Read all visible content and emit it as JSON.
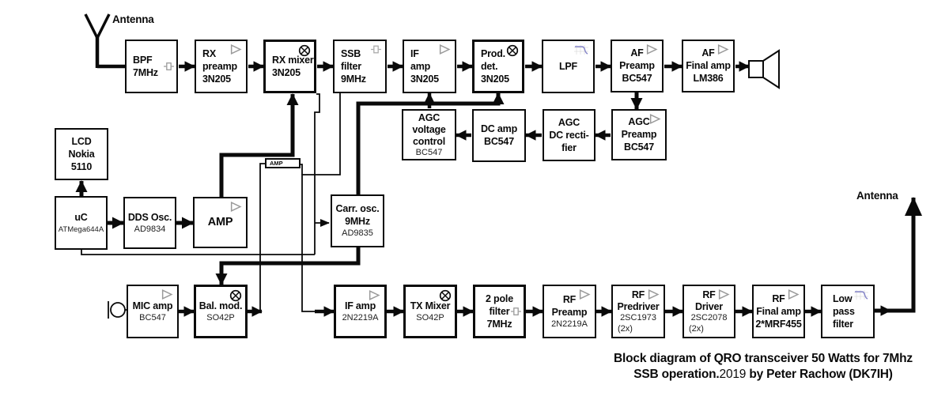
{
  "labels": {
    "antenna_rx": "Antenna",
    "antenna_tx": "Antenna"
  },
  "caption": {
    "line1": "Block diagram of QRO transceiver 50 Watts for 7Mhz",
    "line2_pre": "SSB operation.",
    "line2_year": "2019",
    "line2_post": " by Peter Rachow (DK7IH)"
  },
  "icons": {
    "amp": "triangle-amplifier",
    "mixer": "circle-x-mixer",
    "filter": "bandpass-element",
    "lowpass": "lowpass-response-curve",
    "antenna": "antenna",
    "speaker": "loudspeaker",
    "mic": "microphone"
  },
  "blocks": {
    "bpf": {
      "lines": [
        "BPF",
        "7MHz"
      ]
    },
    "rx_preamp": {
      "lines": [
        "RX",
        "preamp",
        "3N205"
      ]
    },
    "rx_mixer": {
      "lines": [
        "RX mixer",
        "3N205"
      ]
    },
    "ssb_filter": {
      "lines": [
        "SSB",
        "filter",
        "9MHz"
      ]
    },
    "if_amp_rx": {
      "lines": [
        "IF",
        "amp",
        "3N205"
      ]
    },
    "prod_det": {
      "lines": [
        "Prod.",
        "det.",
        "3N205"
      ]
    },
    "lpf": {
      "lines": [
        "LPF"
      ]
    },
    "af_preamp": {
      "lines": [
        "AF",
        "Preamp",
        "BC547"
      ]
    },
    "af_final": {
      "lines": [
        "AF",
        "Final amp",
        "LM386"
      ]
    },
    "agc_preamp": {
      "lines": [
        "AGC",
        "Preamp",
        "BC547"
      ]
    },
    "agc_rect": {
      "lines": [
        "AGC",
        "DC recti-",
        "fier"
      ]
    },
    "dc_amp": {
      "lines": [
        "DC amp",
        "BC547"
      ]
    },
    "agc_vc": {
      "lines": [
        "AGC",
        "voltage",
        "control",
        "BC547"
      ]
    },
    "lcd": {
      "lines": [
        "LCD",
        "Nokia",
        "5110"
      ]
    },
    "uc": {
      "lines": [
        "uC",
        "ATMega644A"
      ]
    },
    "dds": {
      "lines": [
        "DDS Osc.",
        "AD9834"
      ]
    },
    "amp_big": {
      "lines": [
        "AMP"
      ]
    },
    "amp_small": {
      "lines": [
        "AMP"
      ]
    },
    "carr_osc": {
      "lines": [
        "Carr. osc.",
        "9MHz",
        "AD9835"
      ]
    },
    "mic_amp": {
      "lines": [
        "MIC amp",
        "BC547"
      ]
    },
    "bal_mod": {
      "lines": [
        "Bal. mod.",
        "SO42P"
      ]
    },
    "if_amp_tx": {
      "lines": [
        "IF amp",
        "2N2219A"
      ]
    },
    "tx_mixer": {
      "lines": [
        "TX Mixer",
        "SO42P"
      ]
    },
    "pole_filter": {
      "lines": [
        "2 pole",
        "filter",
        "7MHz"
      ]
    },
    "rf_preamp": {
      "lines": [
        "RF",
        "Preamp",
        "2N2219A"
      ]
    },
    "rf_predriver": {
      "lines": [
        "RF",
        "Predriver",
        "2SC1973",
        "(2x)"
      ]
    },
    "rf_driver": {
      "lines": [
        "RF",
        "Driver",
        "2SC2078",
        "(2x)"
      ]
    },
    "rf_final": {
      "lines": [
        "RF",
        "Final amp",
        "2*MRF455"
      ]
    },
    "lpf2": {
      "lines": [
        "Low",
        "pass",
        "filter"
      ]
    }
  }
}
